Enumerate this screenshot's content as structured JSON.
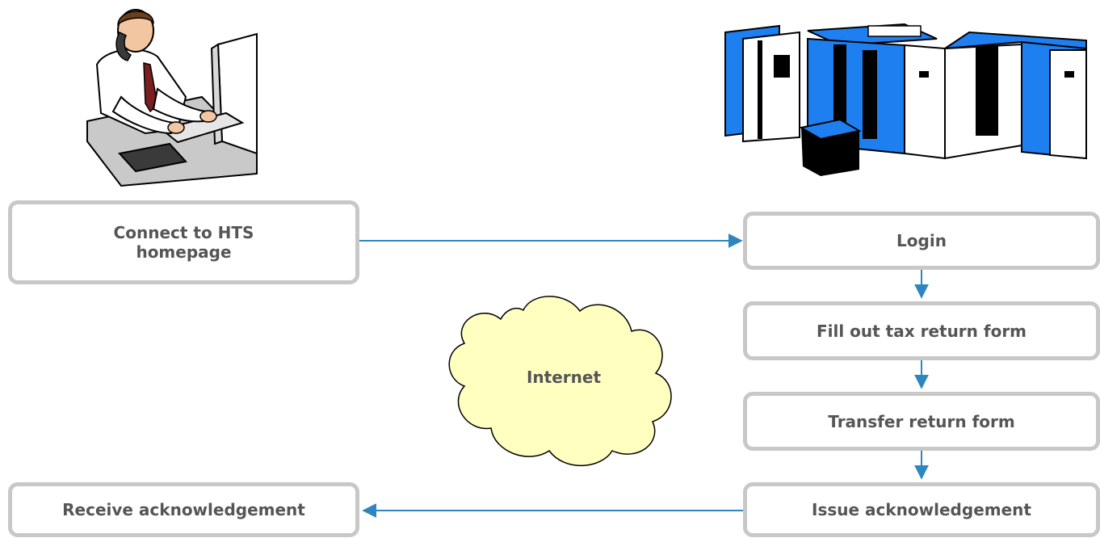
{
  "diagram": {
    "client_steps": {
      "connect": "Connect to HTS\n homepage",
      "receive": "Receive acknowledgement"
    },
    "server_steps": {
      "login": "Login",
      "fill": "Fill out tax return form",
      "transfer": "Transfer return form",
      "issue": "Issue acknowledgement"
    },
    "network": {
      "label": "Internet"
    },
    "icons": {
      "client": "person-at-computer-icon",
      "server": "server-rack-icon"
    },
    "colors": {
      "arrow": "#2e86c1",
      "box_border": "#c8c8c8",
      "text": "#555555",
      "cloud_fill": "#ffffc0",
      "server_blue": "#1e7ff0"
    }
  }
}
